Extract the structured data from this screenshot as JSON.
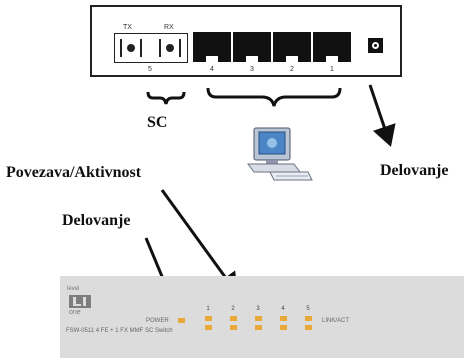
{
  "back_panel": {
    "sc_labels": {
      "tx": "TX",
      "rx": "RX",
      "port_number": "5"
    },
    "rj45_port_numbers": [
      "4",
      "3",
      "2",
      "1"
    ]
  },
  "labels": {
    "sc": "SC",
    "link_activity": "Povezava/Aktivnost",
    "power_right": "Delovanje",
    "power_left": "Delovanje"
  },
  "front_panel": {
    "brand_top": "level",
    "brand_bottom": "one",
    "model_text": "FSW-0511  4 FE + 1 FX MMF SC Switch",
    "power_label": "POWER",
    "port_numbers": [
      "1",
      "2",
      "3",
      "4",
      "5"
    ],
    "link_act_label": "LINK/ACT"
  },
  "colors": {
    "led": "#e8a83a",
    "panel": "#dcdcdc"
  }
}
